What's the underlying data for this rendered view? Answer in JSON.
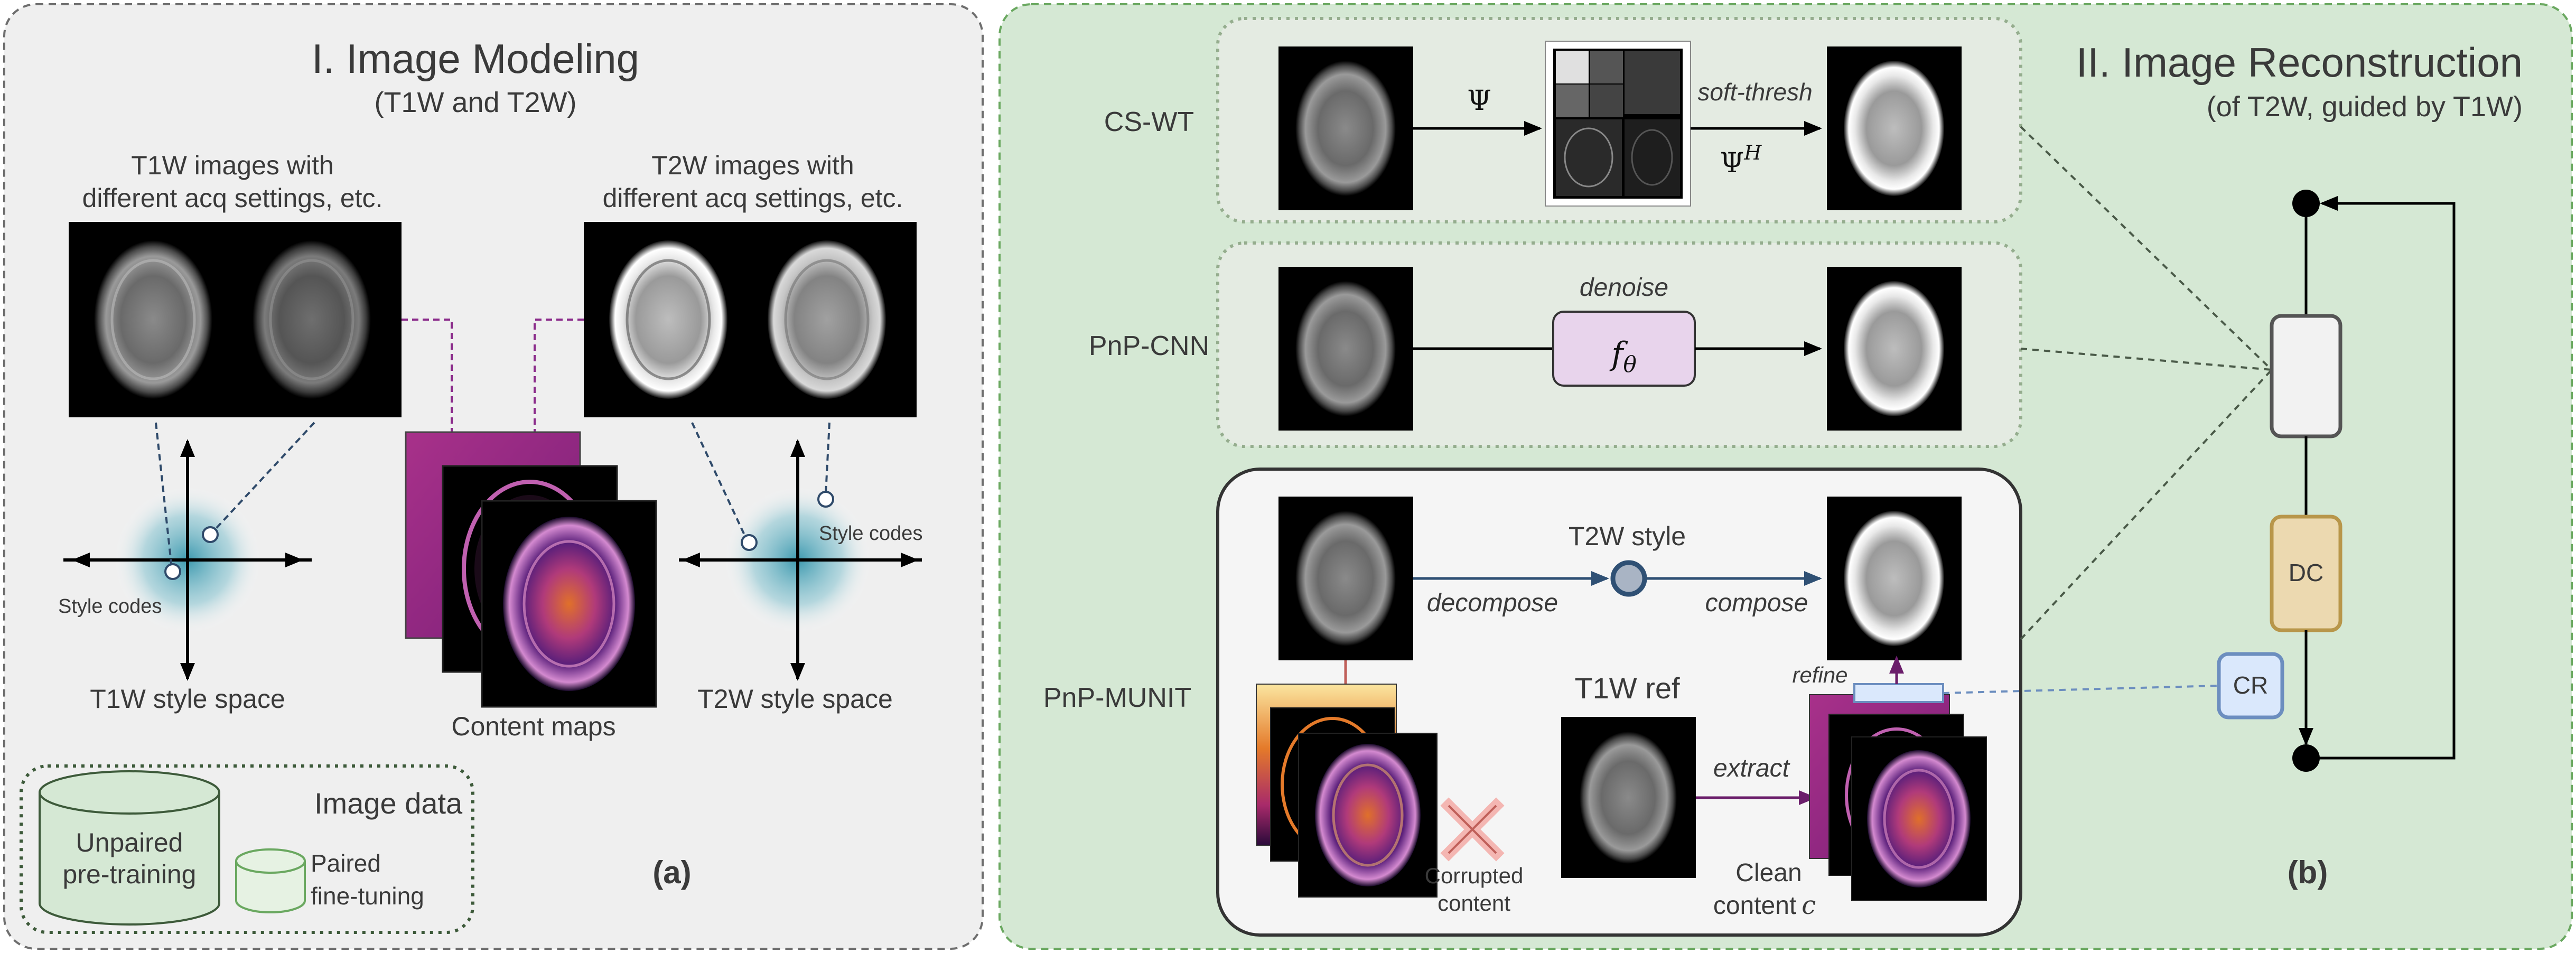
{
  "panel_a": {
    "title": "I. Image Modeling",
    "subtitle": "(T1W and T2W)",
    "t1w_images_label": [
      "T1W images with",
      "different acq settings, etc."
    ],
    "t2w_images_label": [
      "T2W images with",
      "different acq settings, etc."
    ],
    "style_codes_left": "Style codes",
    "style_codes_right": "Style codes",
    "t1w_style_space": "T1W style space",
    "t2w_style_space": "T2W style space",
    "content_maps": "Content maps",
    "image_data": {
      "title": "Image data",
      "unpaired": [
        "Unpaired",
        "pre-training"
      ],
      "paired": [
        "Paired",
        "fine-tuning"
      ]
    },
    "panel_tag": "(a)"
  },
  "panel_b": {
    "title": "II. Image Reconstruction",
    "subtitle": "(of T2W, guided by T1W)",
    "rows": {
      "cswt": "CS-WT",
      "pnp_cnn": "PnP-CNN",
      "pnp_munit": "PnP-MUNIT"
    },
    "cswt": {
      "psi": "Ψ",
      "soft_thresh": "soft-thresh",
      "psi_h": "Ψ",
      "psi_h_sup": "H"
    },
    "pnp_cnn": {
      "denoise": "denoise",
      "f_theta": "f",
      "f_theta_sub": "θ"
    },
    "pnp_munit": {
      "t2w_style": "T2W style",
      "decompose": "decompose",
      "compose": "compose",
      "refine": "refine",
      "t1w_ref": "T1W ref",
      "extract": "extract",
      "corrupted_content": [
        "Corrupted",
        "content"
      ],
      "clean_content": "Clean",
      "clean_content_2": "content",
      "clean_content_c": "c"
    },
    "loop": {
      "dc": "DC",
      "cr": "CR"
    },
    "panel_tag": "(b)"
  },
  "colors": {
    "panel_a_bg": "#efefef",
    "panel_b_bg": "#d5e8d4",
    "module_bg": "#e4ebe2",
    "munit_bg": "#f5f5f5",
    "denoise_box": "#e8d4ec",
    "dc_box": "#ecd9b0",
    "dc_border": "#b8964a",
    "cr_box": "#dae8fc",
    "cr_border": "#6c8ebf",
    "style_blue": "#2f5074",
    "purple": "#6b1e6b",
    "red_accent": "#c0605a",
    "green_text": "#6aa860",
    "dark_green_border": "#3d5a3a"
  },
  "icons": {
    "brain_scan": "mri-brain-icon",
    "cylinder": "database-cylinder-icon",
    "cross": "cross-icon"
  }
}
